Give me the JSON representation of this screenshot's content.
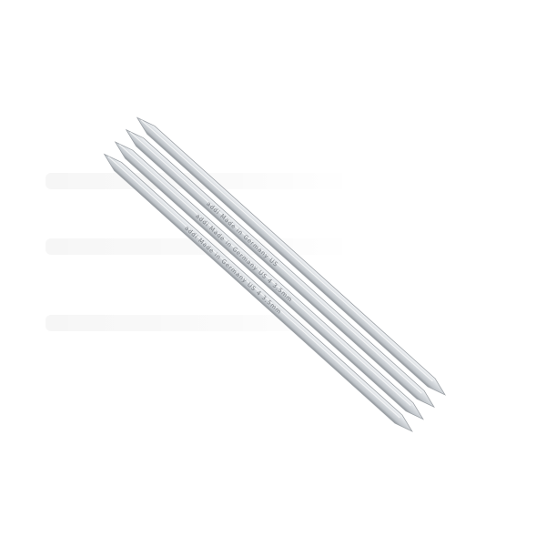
{
  "product": {
    "name": "double-pointed knitting needle set",
    "needle_count": 4,
    "material_colors": {
      "body": "#cfd3d7",
      "highlight": "#f2f4f6",
      "shadow": "#8f9499",
      "tip": "#b7bcc1"
    },
    "imprint_text": [
      "addi  Made  in  Germany  US",
      "addi  Made  in  Germany  US  4  3,5mm",
      "addi  Made  in  Germany  US  4  3,5mm"
    ]
  },
  "background": {
    "color": "#ffffff",
    "has_faint_watermark": true
  }
}
